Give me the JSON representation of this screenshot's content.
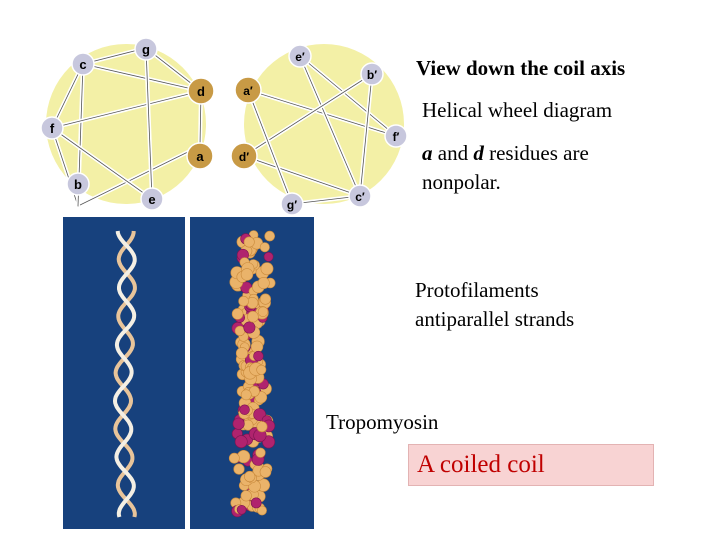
{
  "wheel_left": {
    "labels": {
      "g": "g",
      "c": "c",
      "d": "d",
      "f": "f",
      "a": "a",
      "b": "b",
      "e": "e"
    }
  },
  "wheel_right": {
    "labels": {
      "e": "e′",
      "b": "b′",
      "a": "a′",
      "f": "f′",
      "d": "d′",
      "c": "c′",
      "g": "g′"
    }
  },
  "colors": {
    "wheel_fill": "#f3f0a6",
    "residue_polar": "#c7c7dd",
    "residue_nonpolar": "#c89a45",
    "panel_bg": "#17417d",
    "caption_bg": "#f8d3d3",
    "caption_text": "#c00000"
  },
  "text": {
    "view_axis": "View down the coil axis",
    "helical_wheel": "Helical wheel diagram",
    "residue_a": "a",
    "residue_and": " and ",
    "residue_d": "d",
    "residue_rest": "  residues are",
    "nonpolar": "nonpolar.",
    "protofilaments": "Protofilaments",
    "antiparallel": "antiparallel strands",
    "tropomyosin": "Tropomyosin",
    "coiled_coil": "A coiled coil"
  }
}
